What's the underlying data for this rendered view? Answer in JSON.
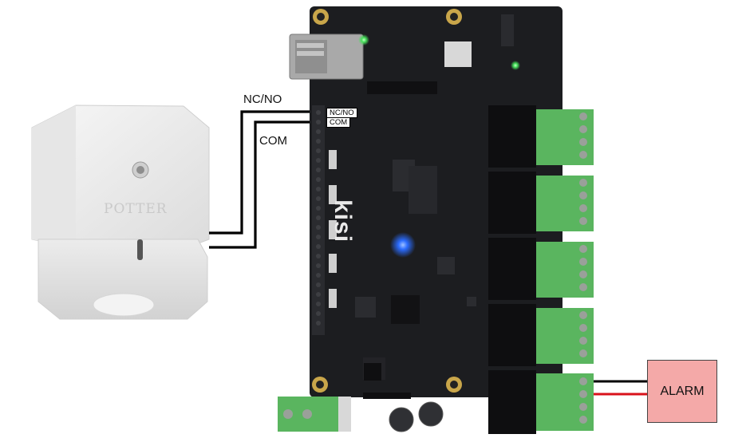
{
  "diagram": {
    "wire_labels": {
      "nc_no": "NC/NO",
      "com": "COM"
    },
    "terminal_tags": {
      "nc_no": "NC/NO",
      "com": "COM"
    },
    "alarm_label": "ALARM",
    "board_brand": "kisi",
    "sensor_brand": "POTTER",
    "colors": {
      "board": "#1c1d20",
      "terminal_green": "#5ab55f",
      "relay_black": "#0e0e10",
      "alarm_fill": "#f4a9a8",
      "wire_black": "#000000",
      "wire_red": "#d9121b",
      "status_led_blue": "#2b6cff",
      "status_led_green": "#46e05a"
    }
  }
}
